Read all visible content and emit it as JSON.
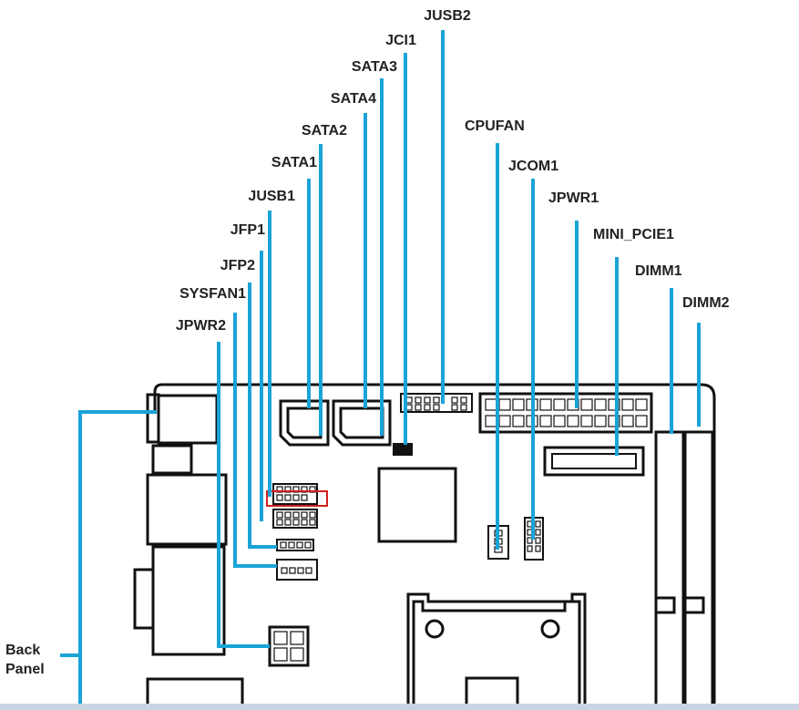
{
  "diagram": {
    "colors": {
      "leader": "#1aa3d8",
      "board": "#111111",
      "highlight": "#d21f1f",
      "taskbar": "#c9d4e3"
    },
    "labels": {
      "jusb2": "JUSB2",
      "jci1": "JCI1",
      "sata3": "SATA3",
      "sata4": "SATA4",
      "sata2": "SATA2",
      "sata1": "SATA1",
      "jusb1": "JUSB1",
      "jfp1": "JFP1",
      "jfp2": "JFP2",
      "sysfan1": "SYSFAN1",
      "jpwr2": "JPWR2",
      "cpufan": "CPUFAN",
      "jcom1": "JCOM1",
      "jpwr1": "JPWR1",
      "mini_pcie1": "MINI_PCIE1",
      "dimm1": "DIMM1",
      "dimm2": "DIMM2",
      "back_panel_line1": "Back",
      "back_panel_line2": "Panel"
    }
  }
}
